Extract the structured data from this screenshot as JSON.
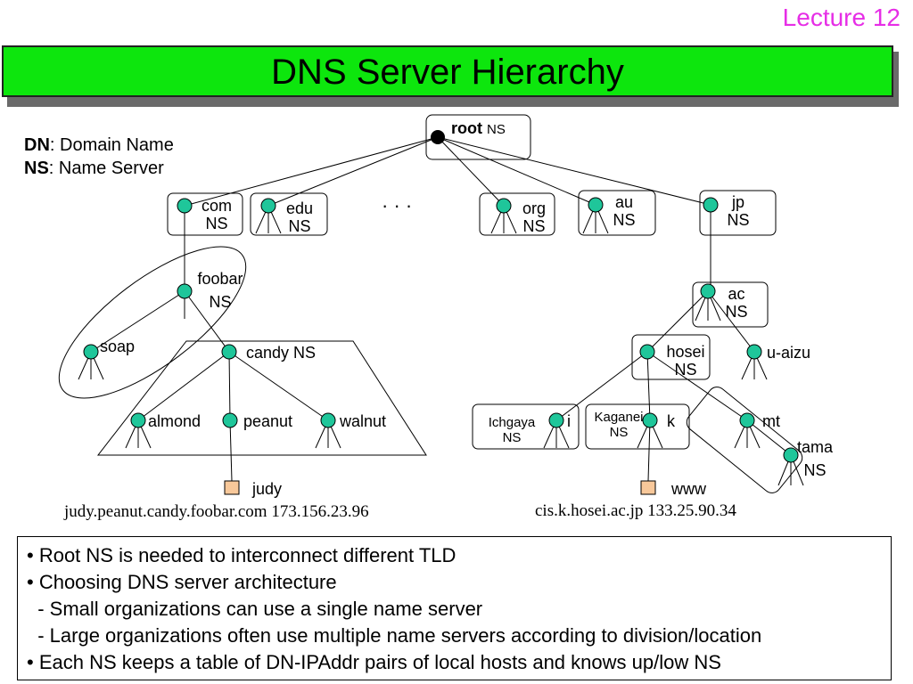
{
  "header": {
    "lecture": "Lecture 12",
    "title": "DNS Server Hierarchy"
  },
  "legend": {
    "dn_abbr": "DN",
    "dn_text": ": Domain Name",
    "ns_abbr": "NS",
    "ns_text": ": Name Server"
  },
  "nodes": {
    "root": {
      "name": "root",
      "suffix": "NS"
    },
    "com": {
      "line1": "com",
      "line2": "NS"
    },
    "edu": {
      "line1": "edu",
      "line2": "NS"
    },
    "ellipsis": "· · ·",
    "org": {
      "line1": "org",
      "line2": "NS"
    },
    "au": {
      "line1": "au",
      "line2": "NS"
    },
    "jp": {
      "line1": "jp",
      "line2": "NS"
    },
    "foobar": {
      "line1": "foobar",
      "line2": "NS"
    },
    "soap": "soap",
    "candy": "candy NS",
    "almond": "almond",
    "peanut": "peanut",
    "walnut": "walnut",
    "judy": "judy",
    "ac": {
      "line1": "ac",
      "line2": "NS"
    },
    "hosei": {
      "line1": "hosei",
      "line2": "NS"
    },
    "u_aizu": "u-aizu",
    "ichgaya": {
      "line1": "Ichgaya",
      "line2": "NS"
    },
    "i": "i",
    "kaganei": {
      "line1": "Kaganei",
      "line2": "NS"
    },
    "k": "k",
    "mt": "mt",
    "tama": {
      "line1": "tama",
      "line2": "NS"
    },
    "www": "www"
  },
  "captions": {
    "judy": "judy.peanut.candy.foobar.com 173.156.23.96",
    "www": "cis.k.hosei.ac.jp 133.25.90.34"
  },
  "notes": [
    "• Root NS is needed to interconnect different TLD",
    "• Choosing DNS server architecture",
    "  - Small organizations can use a single name server",
    "  - Large organizations often use multiple name servers according to division/location",
    "• Each NS keeps a table of DN-IPAddr pairs of local hosts and knows up/low NS"
  ],
  "colors": {
    "node": "#1fc69a",
    "host": "#f8c89a",
    "title_bar": "#0de60d",
    "lecture": "#e62ee6"
  }
}
